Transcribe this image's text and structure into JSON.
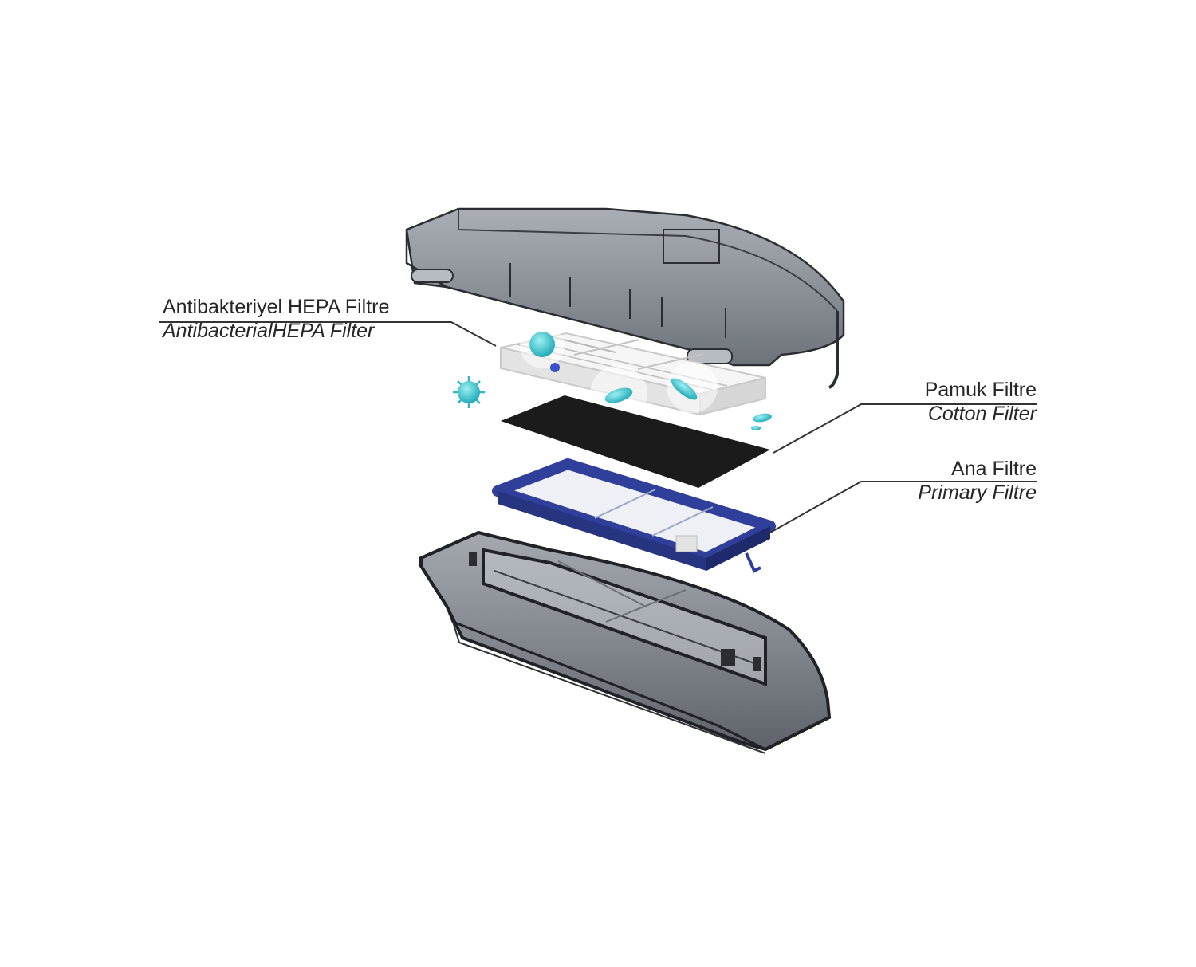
{
  "callouts": {
    "hepa": {
      "tr": "Antibakteriyel HEPA Filtre",
      "en": "AntibacterialHEPA Filter"
    },
    "cotton": {
      "tr": "Pamuk Filtre",
      "en": "Cotton Filter"
    },
    "primary": {
      "tr": "Ana Filtre",
      "en": "Primary Filtre"
    }
  },
  "colors": {
    "label_text": "#262626",
    "leader_line": "#333333",
    "housing": "#7d8590",
    "hepa_filter": "#f1f1f1",
    "cotton_filter": "#1b1b1b",
    "primary_frame": "#2f3f9a",
    "germ": "#3cc0c8"
  }
}
